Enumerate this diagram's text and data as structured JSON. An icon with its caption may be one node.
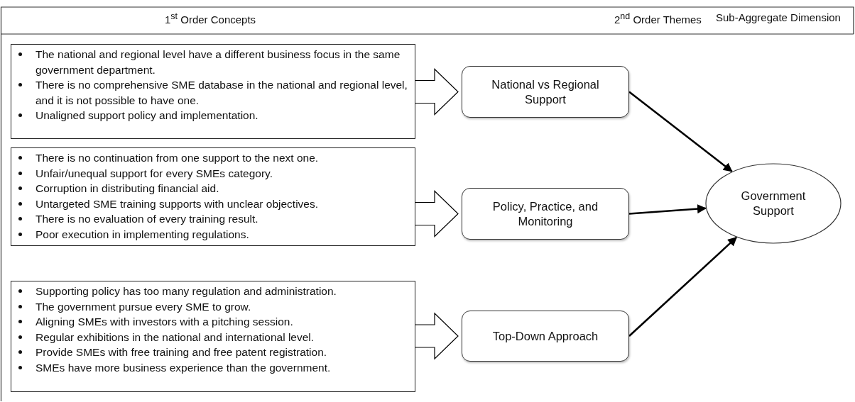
{
  "diagram": {
    "nodes": [
      {
        "text": [
          "The national and regional level have a different business focus in the same government department.",
          "There is no comprehensive SME database in the national and regional level, and it is not possible to have one.",
          "Unaligned support policy and implementation."
        ]
      },
      {
        "text": [
          "There is no continuation from one support to the next one.",
          "Unfair/unequal support for every SMEs category.",
          "Corruption in distributing financial aid.",
          "Untargeted SME training supports with unclear objectives.",
          "There is no evaluation of every training result.",
          "Poor execution in implementing regulations."
        ]
      },
      {
        "text": [
          "Supporting policy has too many regulation and administration.",
          "The government pursue every SME to grow.",
          "Aligning SMEs with investors with a pitching session.",
          "Regular exhibitions in the national and international level.",
          "Provide SMEs with free training and free patent registration.",
          "SMEs have more business experience than the government."
        ]
      },
      {
        "text": [
          "National vs Regional Support"
        ]
      },
      {
        "text": [
          "Policy, Practice, and Monitoring"
        ]
      },
      {
        "text": [
          "Top-Down Approach"
        ]
      },
      {
        "text": [
          "Government Support"
        ]
      }
    ],
    "edges": [
      {
        "from": 0,
        "to": 3,
        "arrow": "to"
      },
      {
        "from": 1,
        "to": 4,
        "arrow": "to"
      },
      {
        "from": 2,
        "to": 5,
        "arrow": "to"
      },
      {
        "from": 3,
        "to": 6,
        "arrow": "to"
      },
      {
        "from": 4,
        "to": 6,
        "arrow": "to"
      },
      {
        "from": 5,
        "to": 6,
        "arrow": "to"
      }
    ],
    "labels": [
      "1$^{st}$ Order Concepts",
      "2$^{nd}$ Order Themes",
      "Sub-Aggregate Dimension"
    ]
  }
}
